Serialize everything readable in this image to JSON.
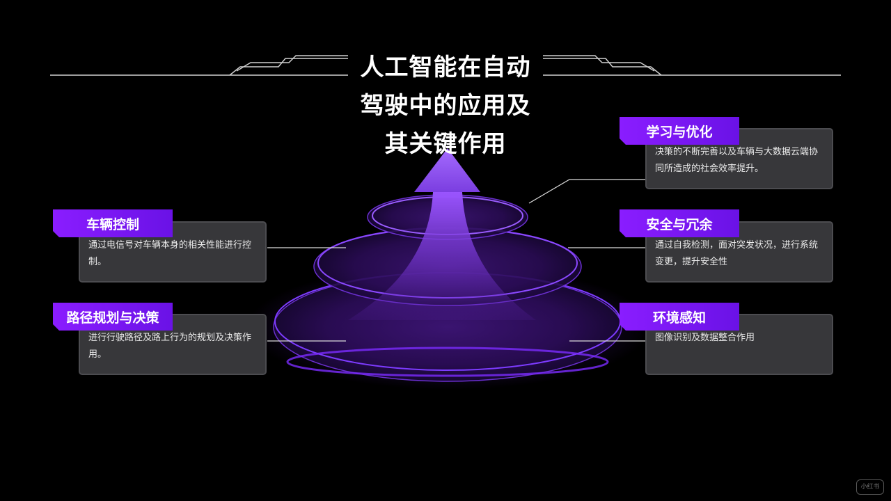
{
  "title": {
    "line1": "人工智能在自动",
    "line2": "驾驶中的应用及",
    "line3": "其关键作用"
  },
  "colors": {
    "accent": "#7b17ff",
    "card_bg": "#37373a",
    "background": "#000000"
  },
  "items": {
    "vehicle_control": {
      "title": "车辆控制",
      "text": "通过电信号对车辆本身的相关性能进行控制。"
    },
    "path_planning": {
      "title": "路径规划与决策",
      "text": "进行行驶路径及路上行为的规划及决策作用。"
    },
    "learning": {
      "title": "学习与优化",
      "text": "决策的不断完善以及车辆与大数据云端协同所造成的社会效率提升。"
    },
    "safety": {
      "title": "安全与冗余",
      "text": "通过自我检测，面对突发状况，进行系统变更，提升安全性"
    },
    "environment": {
      "title": "环境感知",
      "text": "图像识别及数据整合作用"
    }
  },
  "watermark": "小红书"
}
